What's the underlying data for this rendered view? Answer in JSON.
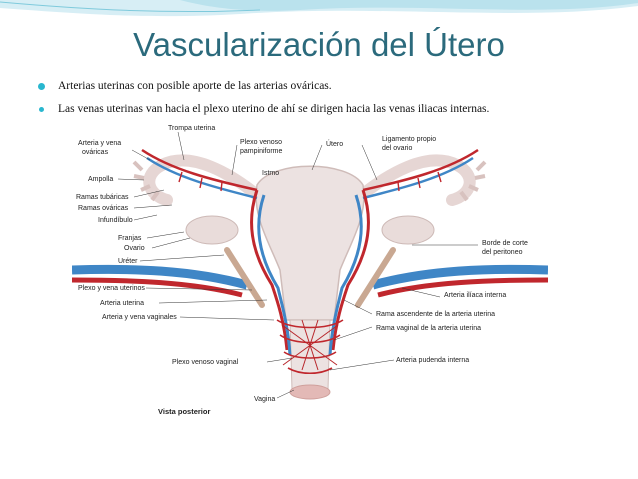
{
  "slide": {
    "title": "Vascularización del Útero",
    "bullets": [
      "Arterias uterinas con posible aporte de las arterias ováricas.",
      "Las venas uterinas van hacia el plexo uterino de ahí se dirigen hacia las venas iliacas internas."
    ]
  },
  "figure": {
    "labels": {
      "trompa": "Trompa uterina",
      "arteria_vena_ovaricas_1": "Arteria y vena",
      "arteria_vena_ovaricas_2": "ováricas",
      "plexo_venoso_1": "Plexo venoso",
      "plexo_venoso_2": "pampiniforme",
      "utero": "Útero",
      "ligamento_1": "Ligamento propio",
      "ligamento_2": "del ovario",
      "ampolla": "Ampolla",
      "istmo": "Istmo",
      "ramas_tubaricas": "Ramas tubáricas",
      "ramas_ovaricas": "Ramas ováricas",
      "infundibulo": "Infundíbulo",
      "franjas": "Franjas",
      "ovario": "Ovario",
      "ureter": "Uréter",
      "borde_1": "Borde de corte",
      "borde_2": "del peritoneo",
      "plexo_vena_uterinos": "Plexo y vena uterinos",
      "arteria_uterina": "Arteria uterina",
      "arteria_vena_vaginales": "Arteria y vena vaginales",
      "arteria_iliaca": "Arteria ilíaca interna",
      "rama_ascendente": "Rama ascendente de la arteria uterina",
      "rama_vaginal": "Rama vaginal de la arteria uterina",
      "plexo_venoso_vaginal": "Plexo venoso vaginal",
      "arteria_pudenda": "Arteria pudenda interna",
      "vagina": "Vagina",
      "vista": "Vista posterior"
    }
  },
  "colors": {
    "title": "#2b6a7c",
    "bullet": "#29b7cf",
    "artery": "#c0272d",
    "vein": "#3f86c6",
    "tissue": "#ead9d7"
  }
}
